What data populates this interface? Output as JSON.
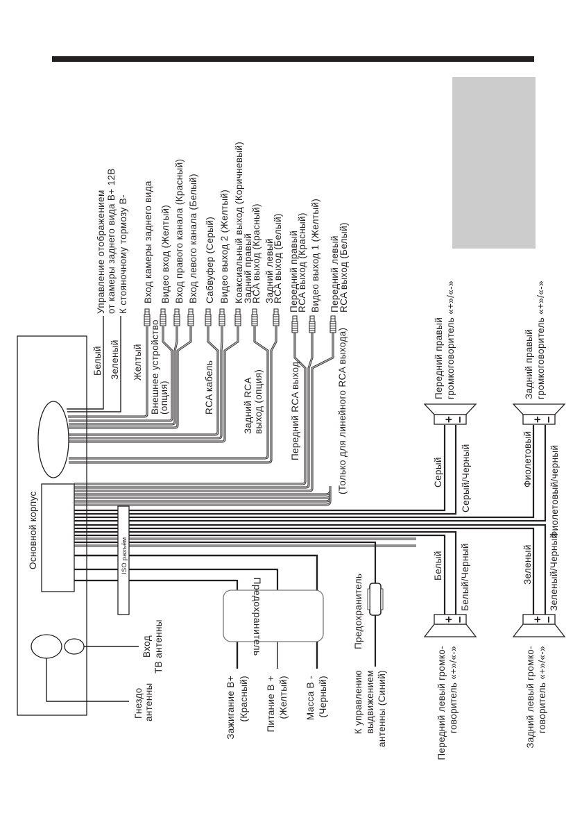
{
  "colors": {
    "ink": "#231f20",
    "panel_gray": "#cccccc",
    "wire_gray": "#b5b5b5"
  },
  "main_unit": {
    "label": "Основной корпус",
    "iso_label": "ISO разъём"
  },
  "antenna": {
    "tv_input": [
      "Вход",
      "ТВ антенны"
    ],
    "socket": [
      "Гнездо",
      "антенны"
    ]
  },
  "top_wires": {
    "white": "Белый",
    "green": "Зеленый",
    "yellow": "Желтый",
    "white_desc": [
      "Управление отображением",
      "от камеры заднего вида В+ 12В"
    ],
    "green_desc": "К стояночному тормозу В-"
  },
  "groups": {
    "external": [
      "Внешнее устройство",
      "(опция)"
    ],
    "rca_cable": "RCA кабель",
    "rear_rca": [
      "Задний RCA",
      "выход (опция)"
    ],
    "front_rca": "Передний RCA выход",
    "line_only": "(Только для  линейного RCA выхода)"
  },
  "connectors": [
    {
      "lines": [
        "Вход камеры заднего вида"
      ]
    },
    {
      "lines": [
        "Видео вход (Желтый)"
      ]
    },
    {
      "lines": [
        "Вход правого канала (Красный)"
      ]
    },
    {
      "lines": [
        "Вход левого канала (Белый)"
      ]
    },
    {
      "lines": [
        "Сабвуфер (Серый)"
      ]
    },
    {
      "lines": [
        "Видео выход 2 (Желтый)"
      ]
    },
    {
      "lines": [
        "Коаксиальный выход (Коричневый)"
      ]
    },
    {
      "lines": [
        "Задний правый",
        "RCA выход (Красный)"
      ]
    },
    {
      "lines": [
        "Задний левый",
        "RCA выход (Белый)"
      ]
    },
    {
      "lines": [
        "Передний правый",
        "RCA выход (Красный)"
      ]
    },
    {
      "lines": [
        "Видео выход 1 (Желтый)"
      ]
    },
    {
      "lines": [
        "Передний левый",
        "RCA выход (Белый)"
      ]
    }
  ],
  "power": {
    "fuse_box": "Предохранитель",
    "ignition": [
      "Зажигание В+",
      "(Красный)"
    ],
    "battery": [
      "Питание В +",
      "(Желтый)"
    ],
    "ground": [
      "Масса В -",
      "(Черный)"
    ],
    "antenna_fuse": "Предохранитель",
    "antenna_control": [
      "К управлению",
      "выдвижением",
      "антенны (Синий)"
    ]
  },
  "speakers": {
    "plus": "+",
    "minus": "−",
    "front_right": {
      "name": [
        "Передний правый",
        "громкоговоритель «+»/«-»"
      ],
      "plus_wire": "Серый",
      "minus_wire": "Серый/Черный"
    },
    "rear_right": {
      "name": [
        "Задний правый",
        "громкоговоритель «+»/«-»"
      ],
      "plus_wire": "Фиолетовый",
      "minus_wire": "Фиолетовый/черный"
    },
    "front_left": {
      "name": [
        "Передний левый громко-",
        "говоритель «+»/«-»"
      ],
      "plus_wire": "Белый",
      "minus_wire": "Белый/Черный"
    },
    "rear_left": {
      "name": [
        "Задний левый громко-",
        "говоритель «+»/«-»"
      ],
      "plus_wire": "Зеленый",
      "minus_wire": "Зеленый/Черный"
    }
  }
}
